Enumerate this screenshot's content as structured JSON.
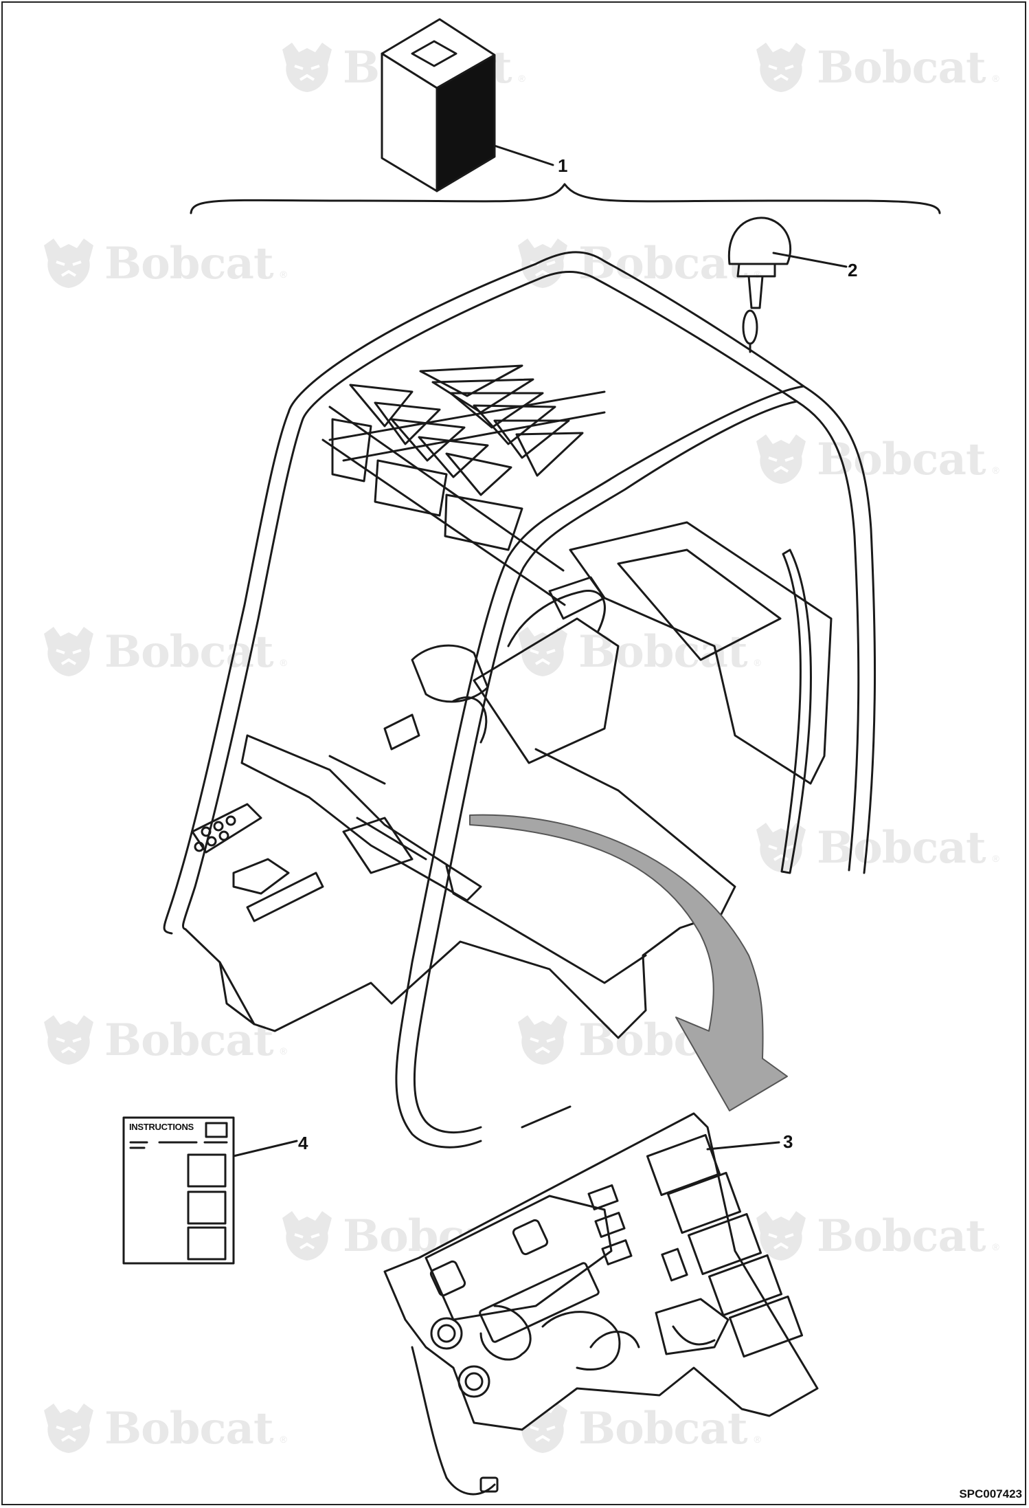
{
  "callouts": {
    "c1": "1",
    "c2": "2",
    "c3": "3",
    "c4": "4"
  },
  "instruction_card": {
    "title": "INSTRUCTIONS"
  },
  "watermark": {
    "brand": "Bobcat",
    "mark": "®"
  },
  "drawing_id": "SPC007423",
  "colors": {
    "line": "#1a1a1a",
    "arrow_fill": "#a6a6a6",
    "watermark": "#777777",
    "background": "#ffffff"
  },
  "icons": [
    "bobcat-logo-icon",
    "flow-arrow-icon"
  ]
}
